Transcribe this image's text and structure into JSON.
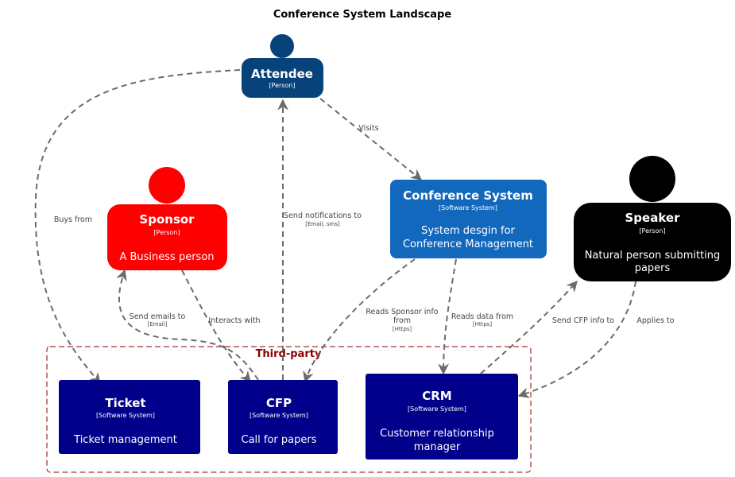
{
  "title": "Conference System Landscape",
  "boundary": {
    "label": "Third-party"
  },
  "nodes": {
    "attendee": {
      "name": "Attendee",
      "type": "[Person]",
      "desc": ""
    },
    "sponsor": {
      "name": "Sponsor",
      "type": "[Person]",
      "desc": "A Business person"
    },
    "speaker": {
      "name": "Speaker",
      "type": "[Person]",
      "desc_line1": "Natural person submitting",
      "desc_line2": "papers"
    },
    "conference": {
      "name": "Conference System",
      "type": "[Software System]",
      "desc_line1": "System desgin for",
      "desc_line2": "Conference Management"
    },
    "ticket": {
      "name": "Ticket",
      "type": "[Software System]",
      "desc": "Ticket management"
    },
    "cfp": {
      "name": "CFP",
      "type": "[Software System]",
      "desc": "Call for papers"
    },
    "crm": {
      "name": "CRM",
      "type": "[Software System]",
      "desc_line1": "Customer relationship",
      "desc_line2": "manager"
    }
  },
  "edges": {
    "buys_from": {
      "label": "Buys from"
    },
    "visits": {
      "label": "Visits"
    },
    "send_notifications": {
      "label": "Send notifications to",
      "tech": "[Email, sms]"
    },
    "send_emails": {
      "label": "Send emails to",
      "tech": "[Email]"
    },
    "interacts_with": {
      "label": "Interacts with"
    },
    "reads_sponsor": {
      "label_line1": "Reads Sponsor info",
      "label_line2": "from",
      "tech": "[Https]"
    },
    "reads_data": {
      "label": "Reads data from",
      "tech": "[Https]"
    },
    "send_cfp": {
      "label": "Send CFP info to"
    },
    "applies_to": {
      "label": "Applies to"
    }
  },
  "colors": {
    "attendee": "#08427B",
    "sponsor": "#FF0000",
    "speaker": "#000000",
    "conference": "#1168BD",
    "external": "#00008B",
    "boundary": "#8B0000",
    "edge": "#6b6b6b"
  }
}
